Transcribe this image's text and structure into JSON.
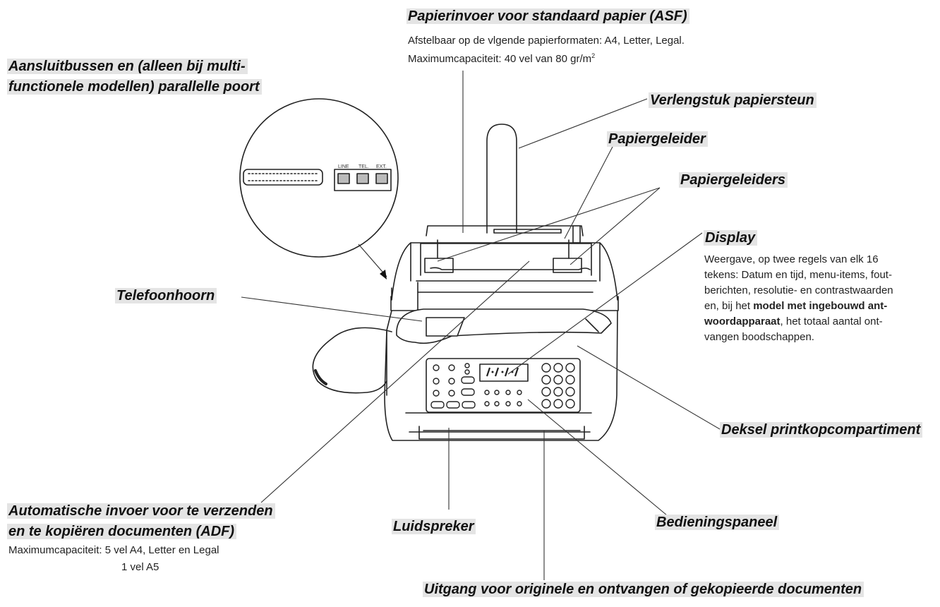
{
  "labels": {
    "asf": {
      "title": "Papierinvoer voor standaard papier  (ASF)",
      "line1": "Afstelbaar op de vlgende papierformaten: A4, Letter, Legal.",
      "line2_main": "Maximumcapaciteit: 40 vel van 80 gr/m",
      "line2_sup": "2"
    },
    "ports": {
      "line1": "Aansluitbussen en (alleen bij multi-",
      "line2": "functionele modellen) parallelle poort"
    },
    "extension": "Verlengstuk papiersteun",
    "guide": "Papiergeleider",
    "guides": "Papiergeleiders",
    "display": {
      "title": "Display",
      "line1": "Weergave, op twee regels van elk 16",
      "line2": "tekens: Datum en tijd, menu-items, fout-",
      "line3": "berichten, resolutie- en contrastwaarden",
      "line4_pre": "en, bij het ",
      "line4_bold": "model met ingebouwd ant-",
      "line5_bold": "woordapparaat",
      "line5_post": ", het totaal aantal ont-",
      "line6": "vangen boodschappen."
    },
    "handset": "Telefoonhoorn",
    "printhead": "Deksel printkopcompartiment",
    "adf": {
      "line1": "Automatische invoer voor te verzenden",
      "line2": "en te kopiëren documenten (ADF)",
      "line3": "Maximumcapaciteit: 5 vel A4, Letter en Legal",
      "line4": "1 vel A5"
    },
    "speaker": "Luidspreker",
    "panel": "Bedieningspaneel",
    "exit": "Uitgang voor originele en ontvangen of gekopieerde documenten"
  },
  "port_labels": [
    "LINE",
    "TEL.",
    "EXT."
  ]
}
